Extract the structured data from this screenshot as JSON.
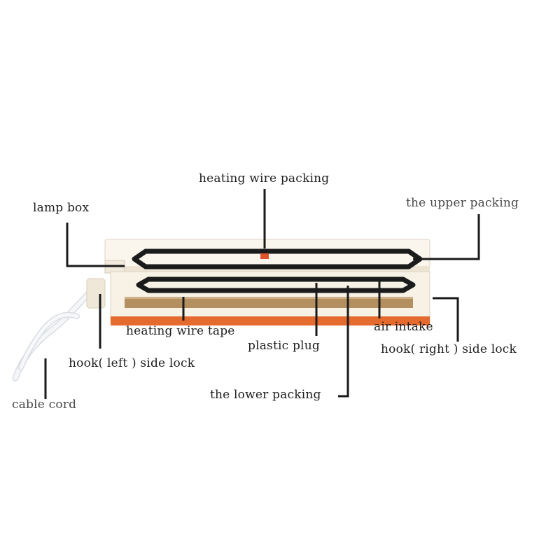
{
  "faint_caption": "",
  "labels": {
    "heating_wire_packing": "heating wire packing",
    "lamp_box": "lamp box",
    "upper_packing": "the upper packing",
    "heating_wire_tape": "heating wire tape",
    "air_intake": "air intake",
    "plastic_plug": "plastic plug",
    "hook_right": "hook( right ) side lock",
    "hook_left": "hook( left ) side lock",
    "lower_packing": "the lower packing",
    "cable_cord": "cable cord"
  },
  "colors": {
    "body": "#f7f1e6",
    "lid": "#faf6ee",
    "gasket": "#1b1b1b",
    "base_stripe": "#e56a2e",
    "tape": "#b49061",
    "leader": "#1a1a1a",
    "cable": "#f4f6f8"
  }
}
